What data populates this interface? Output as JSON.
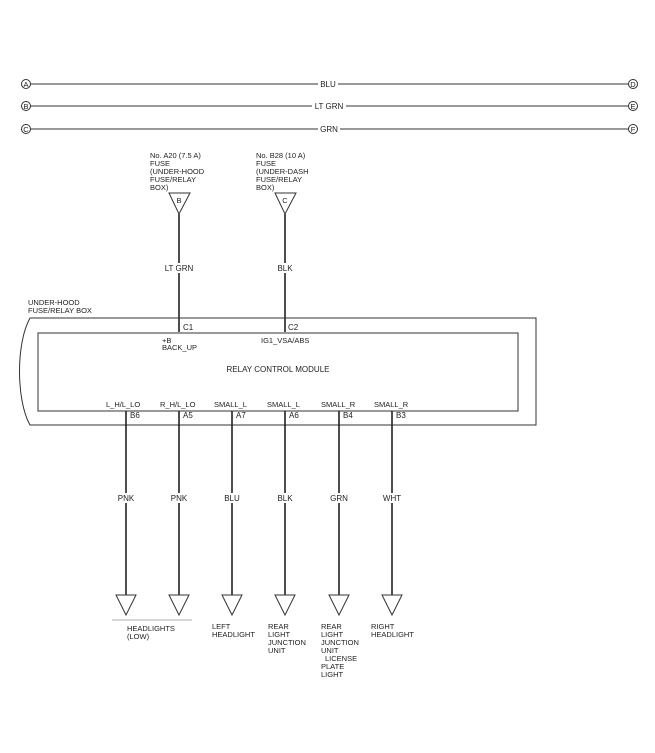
{
  "buses": [
    {
      "left": "A",
      "label": "BLU",
      "right": "D"
    },
    {
      "left": "B",
      "label": "LT GRN",
      "right": "E"
    },
    {
      "left": "C",
      "label": "GRN",
      "right": "F"
    }
  ],
  "fuses": [
    {
      "lines": [
        "No. A20 (7.5 A)",
        "FUSE",
        "(UNDER-HOOD",
        "FUSE/RELAY",
        "BOX)"
      ],
      "connector": "B",
      "wire": "LT GRN",
      "pin": "C1"
    },
    {
      "lines": [
        "No. B28 (10 A)",
        "FUSE",
        "(UNDER-DASH",
        "FUSE/RELAY",
        "BOX)"
      ],
      "connector": "C",
      "wire": "BLK",
      "pin": "C2"
    }
  ],
  "box": {
    "name_lines": [
      "UNDER-HOOD",
      "FUSE/RELAY BOX"
    ],
    "module": "RELAY CONTROL MODULE",
    "inputs": [
      {
        "lines": [
          "+B",
          "BACK_UP"
        ]
      },
      {
        "lines": [
          "IG1_VSA/ABS"
        ]
      }
    ]
  },
  "outputs": [
    {
      "signal": "L_H/L_LO",
      "pin": "B6",
      "wire": "PNK"
    },
    {
      "signal": "R_H/L_LO",
      "pin": "A5",
      "wire": "PNK"
    },
    {
      "signal": "SMALL_L",
      "pin": "A7",
      "wire": "BLU"
    },
    {
      "signal": "SMALL_L",
      "pin": "A6",
      "wire": "BLK"
    },
    {
      "signal": "SMALL_R",
      "pin": "B4",
      "wire": "GRN"
    },
    {
      "signal": "SMALL_R",
      "pin": "B3",
      "wire": "WHT"
    }
  ],
  "loads": [
    {
      "lines": [
        "HEADLIGHTS",
        "(LOW)"
      ]
    },
    {
      "lines": [
        "LEFT",
        "HEADLIGHT"
      ]
    },
    {
      "lines": [
        "REAR",
        "LIGHT",
        "JUNCTION",
        "UNIT"
      ]
    },
    {
      "lines": [
        "REAR",
        "LIGHT",
        "JUNCTION",
        "UNIT",
        "LICENSE",
        "PLATE",
        "LIGHT"
      ]
    },
    {
      "lines": [
        "RIGHT",
        "HEADLIGHT"
      ]
    }
  ]
}
